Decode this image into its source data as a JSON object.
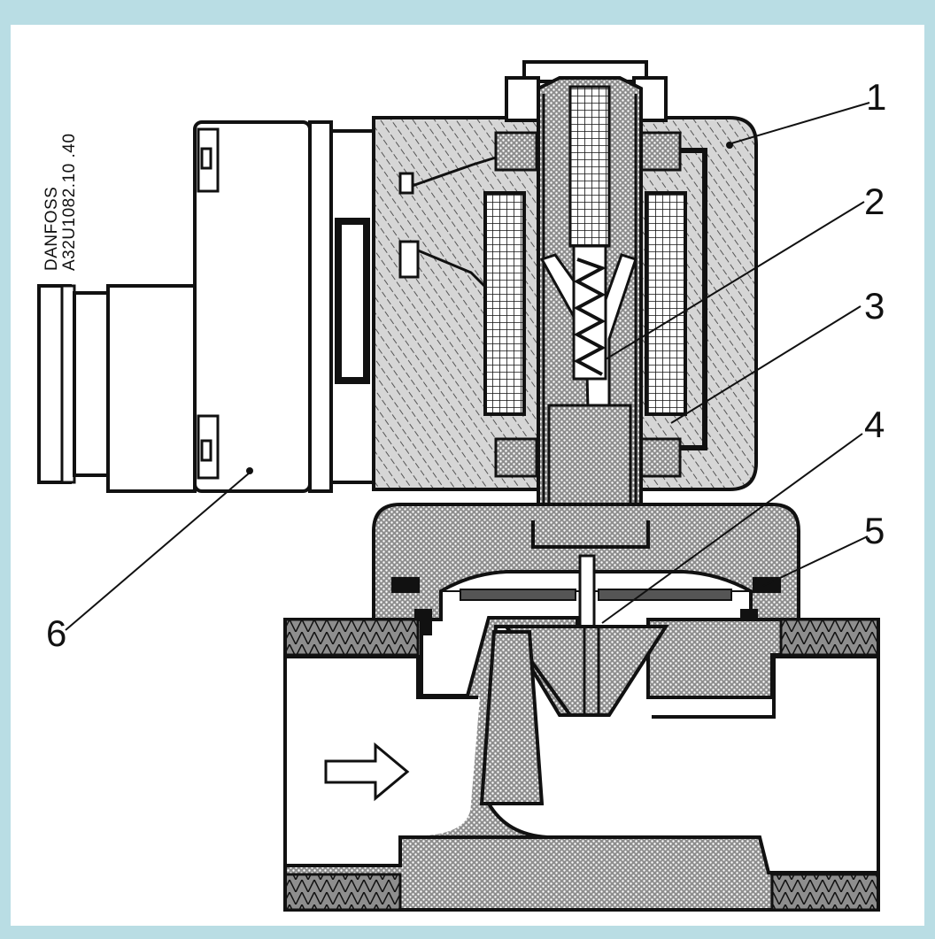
{
  "side_text": {
    "line1": "DANFOSS",
    "line2": "A32U1082.10 .40"
  },
  "callouts": [
    {
      "label": "1",
      "part": "coil-housing"
    },
    {
      "label": "2",
      "part": "plunger-spring"
    },
    {
      "label": "3",
      "part": "coil"
    },
    {
      "label": "4",
      "part": "pilot-orifice"
    },
    {
      "label": "5",
      "part": "diaphragm-seal"
    },
    {
      "label": "6",
      "part": "terminal-box"
    }
  ],
  "colors": {
    "frame": "#b9dde4",
    "background": "#ffffff",
    "ink": "#111111",
    "fill": "#9a9a9a"
  }
}
